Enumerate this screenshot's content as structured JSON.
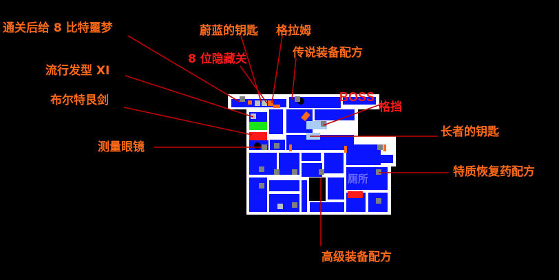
{
  "labels": {
    "clear_bonus": "通关后给 8 比特噩梦",
    "azure_key": "蔚蓝的钥匙",
    "gram": "格拉姆",
    "hidden_gate": "8 位隐藏关",
    "legendary_recipe": "传说装备配方",
    "hairstyle": "流行发型 XI",
    "bultrain_sword": "布尔特艮剑",
    "boss": "BOSS",
    "block": "格挡",
    "elder_key": "长者的钥匙",
    "measure_glasses": "测量眼镜",
    "trait_potion": "特质恢复药配方",
    "toilet": "厕所",
    "advanced_recipe": "高级装备配方"
  },
  "colors": {
    "background": "#000000",
    "label": "#ff6a1a",
    "label_emphasis": "#ff1a1a",
    "leader_line": "#c00000",
    "room_fill": "#0a14ff",
    "wall": "#ffffff",
    "green_room": "#19e619",
    "red_room": "#ff1a1a",
    "light_room": "#a7cdf5"
  }
}
